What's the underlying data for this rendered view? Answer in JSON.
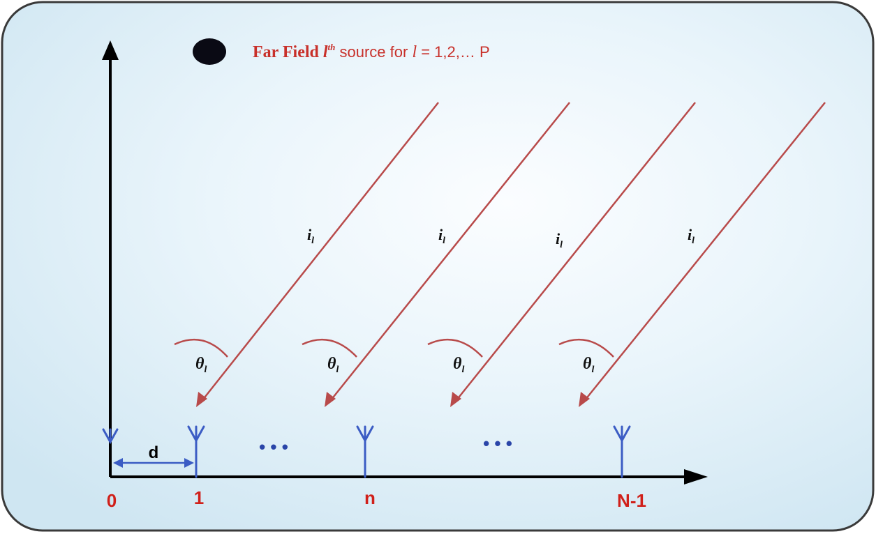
{
  "title": {
    "part1": "Far Field ",
    "ordinal_var": "l",
    "ordinal_sup": "th",
    "part2": " source for ",
    "index_var": "l",
    "part3": " = 1,2,… P"
  },
  "ray_label": {
    "base": "i",
    "sub": "l"
  },
  "angle_label": {
    "base": "θ",
    "sub": "l"
  },
  "spacing_label": "d",
  "element_labels": [
    "0",
    "1",
    "n",
    "N-1"
  ],
  "ellipsis": "• • •",
  "colors": {
    "panel_edge": "#cfe6f2",
    "panel_center": "#f6fbfe",
    "panel_border": "#3a3a3a",
    "axis": "#000000",
    "ray": "#b84a4a",
    "antenna": "#3b5cc4",
    "title_text": "#c8302a",
    "element_label": "#d0201a",
    "source_dot": "#0a0a14"
  }
}
